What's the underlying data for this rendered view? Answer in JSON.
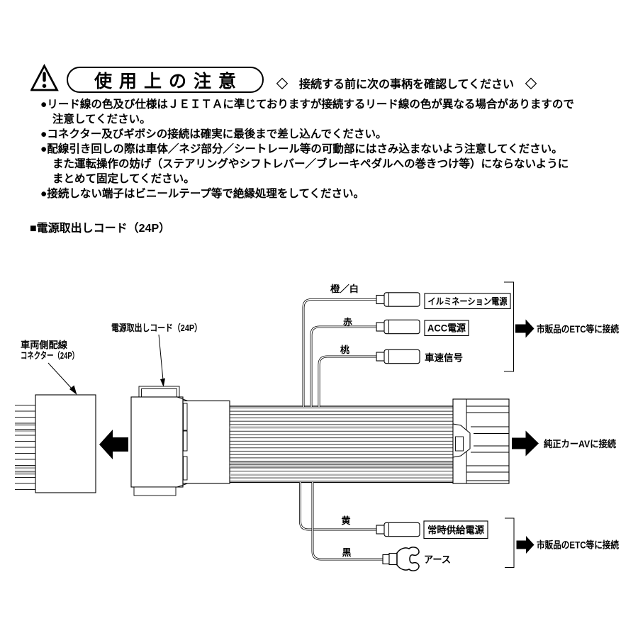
{
  "page": {
    "background": "#ffffff",
    "line_color": "#000000",
    "gray_wire_color": "#b5b5b5"
  },
  "header": {
    "title": "使用上の注意",
    "warning_mark": "!",
    "note": "◇　接続する前に次の事柄を確認してください　◇"
  },
  "precautions": {
    "lines": [
      "●リード線の色及び仕様はＪＥＩＴＡに準じておりますが接続するリード線の色が異なる場合がありますので",
      "注意してください。",
      "●コネクター及びギボシの接続は確実に最後まで差し込んでください。",
      "●配線引き回しの際は車体／ネジ部分／シートレール等の可動部にはさみ込まないよう注意してください。",
      "また運転操作の妨げ（ステアリングやシフトレバー／ブレーキペダルへの巻きつけ等）にならないように",
      "まとめて固定してください。",
      "●接続しない端子はビニールテープ等で絶縁処理をしてください。"
    ]
  },
  "section_title": "■電源取出しコード（24P）",
  "diagram": {
    "harness_label": "電源取出しコード（24P）",
    "vehicle_connector_label_line1": "車両側配線",
    "vehicle_connector_label_line2": "コネクター（24P）",
    "wires": {
      "orange_white": "橙／白",
      "red": "赤",
      "pink": "桃",
      "yellow": "黄",
      "black": "黒"
    },
    "terminals": {
      "illumination": "イルミネーション電源",
      "acc": "ACC電源",
      "speed_signal": "車速信号",
      "constant_power": "常時供給電源",
      "ground": "アース"
    },
    "connections": {
      "etc_top": "市販品のETC等に接続",
      "car_av": "純正カーAVに接続",
      "etc_bottom": "市販品のETC等に接続"
    }
  },
  "icons": {
    "warning": "warning-triangle-icon",
    "insert_direction": "arrow-left-icon",
    "connect_direction": "arrow-right-icon"
  }
}
